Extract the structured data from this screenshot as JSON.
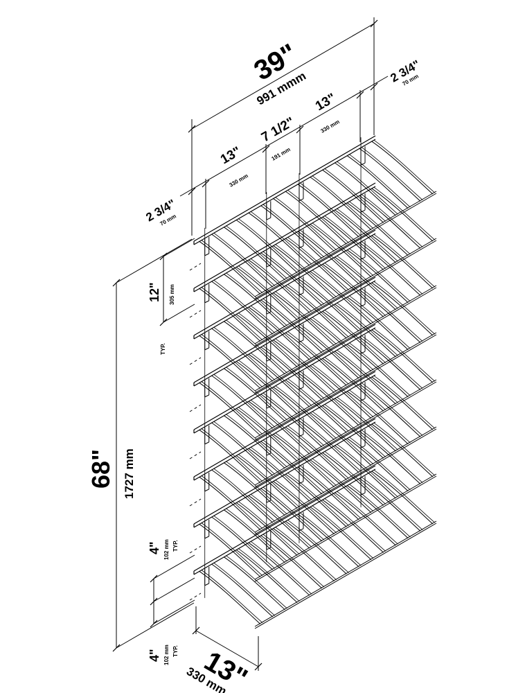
{
  "dimensions": {
    "width_in": "39\"",
    "width_mm": "991 mmm",
    "right_offset_in": "2 3/4\"",
    "right_offset_mm": "70 mm",
    "left_offset_in": "2 3/4\"",
    "left_offset_mm": "70 mm",
    "left_span_in": "13\"",
    "left_span_mm": "330 mm",
    "center_span_in": "7 1/2\"",
    "center_span_mm": "191 mm",
    "right_span_in": "13\"",
    "right_span_mm": "330 mm",
    "tier_spacing_in": "12\"",
    "tier_spacing_mm": "305 mm",
    "tier_spacing_note": "TYP.",
    "height_in": "68\"",
    "height_mm": "1727 mm",
    "wire_gap_in": "4\"",
    "wire_gap_mm": "102 mm",
    "wire_gap_note": "TYP.",
    "bottom_gap_in": "4\"",
    "bottom_gap_mm": "102 mm",
    "bottom_gap_note": "TYP.",
    "depth_in": "13\"",
    "depth_mm": "330 mm"
  },
  "rack": {
    "tiers": 8,
    "wires_per_tier": 15,
    "stroke_color": "#000000"
  }
}
